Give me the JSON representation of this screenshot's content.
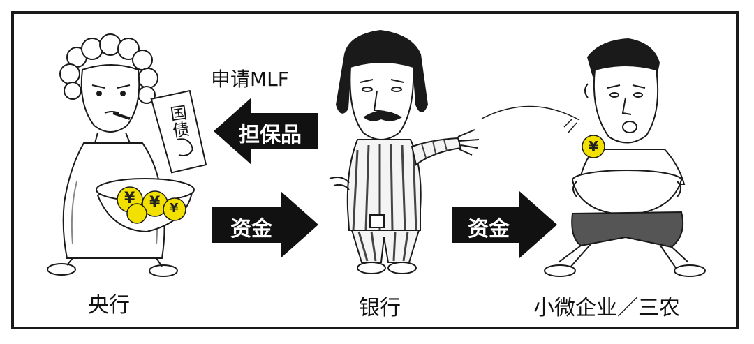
{
  "figures": {
    "central_bank": {
      "caption": "央行",
      "bond_label": "国债",
      "coin_symbol": "¥"
    },
    "bank": {
      "caption": "银行"
    },
    "small_business": {
      "caption": "小微企业／三农",
      "coin_symbol": "¥"
    }
  },
  "flows": {
    "apply_label": "申请MLF",
    "collateral_label": "担保品",
    "funds_label_1": "资金",
    "funds_label_2": "资金"
  },
  "colors": {
    "arrow": "#111111",
    "coin": "#f2e000",
    "ink": "#1a1a1a"
  }
}
